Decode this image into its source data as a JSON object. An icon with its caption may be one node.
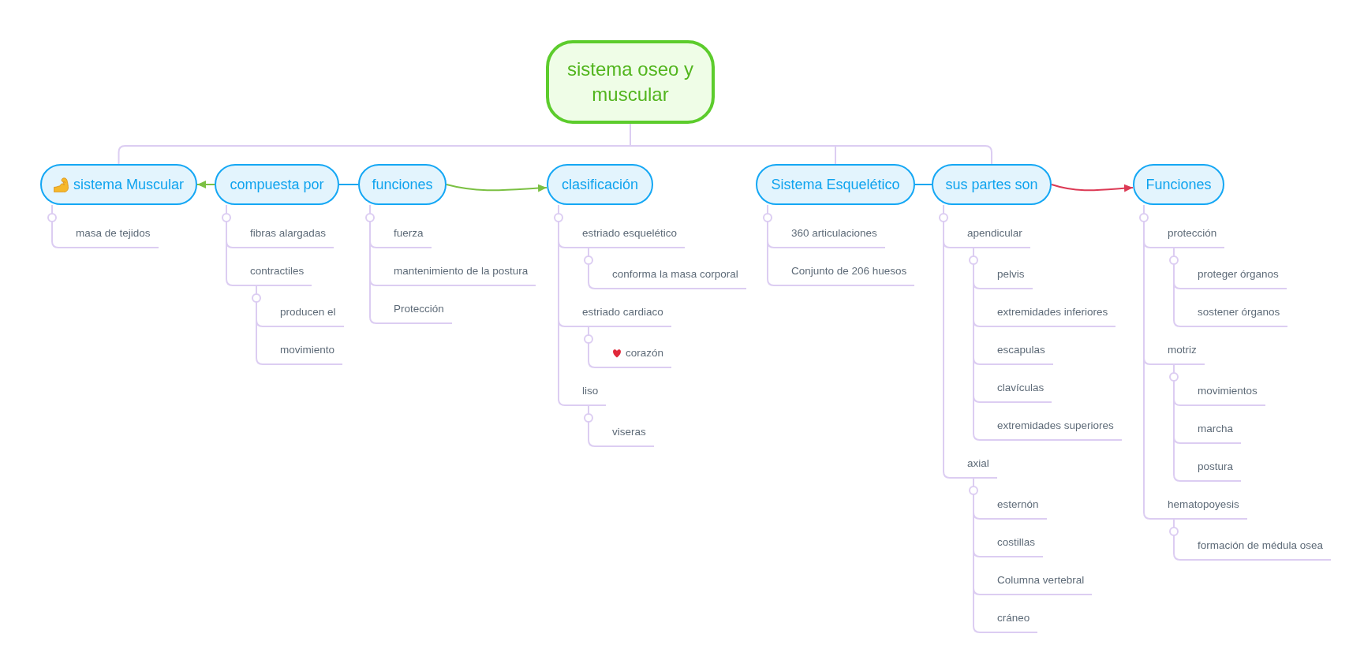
{
  "diagram": {
    "nodes": [
      {
        "text": [
          "sistema oseo y muscular"
        ]
      },
      {
        "text": [
          "sistema Muscular"
        ]
      },
      {
        "text": [
          "masa de tejidos"
        ]
      },
      {
        "text": [
          "compuesta por"
        ]
      },
      {
        "text": [
          "fibras alargadas"
        ]
      },
      {
        "text": [
          "contractiles"
        ]
      },
      {
        "text": [
          "producen el"
        ]
      },
      {
        "text": [
          "movimiento"
        ]
      },
      {
        "text": [
          "funciones"
        ]
      },
      {
        "text": [
          "fuerza"
        ]
      },
      {
        "text": [
          "mantenimiento de la postura"
        ]
      },
      {
        "text": [
          "Protección"
        ]
      },
      {
        "text": [
          "clasificación"
        ]
      },
      {
        "text": [
          "estriado esquelético"
        ]
      },
      {
        "text": [
          "conforma la masa corporal"
        ]
      },
      {
        "text": [
          "estriado cardiaco"
        ]
      },
      {
        "text": [
          "corazón"
        ]
      },
      {
        "text": [
          "liso"
        ]
      },
      {
        "text": [
          "viseras"
        ]
      },
      {
        "text": [
          "Sistema Esquelético"
        ]
      },
      {
        "text": [
          "360 articulaciones"
        ]
      },
      {
        "text": [
          "Conjunto de 206 huesos"
        ]
      },
      {
        "text": [
          "sus partes son"
        ]
      },
      {
        "text": [
          "apendicular"
        ]
      },
      {
        "text": [
          "pelvis"
        ]
      },
      {
        "text": [
          "extremidades inferiores"
        ]
      },
      {
        "text": [
          "escapulas"
        ]
      },
      {
        "text": [
          "clavículas"
        ]
      },
      {
        "text": [
          "extremidades superiores"
        ]
      },
      {
        "text": [
          "axial"
        ]
      },
      {
        "text": [
          "esternón"
        ]
      },
      {
        "text": [
          "costillas"
        ]
      },
      {
        "text": [
          "Columna vertebral"
        ]
      },
      {
        "text": [
          "cráneo"
        ]
      },
      {
        "text": [
          "Funciones"
        ]
      },
      {
        "text": [
          "protección"
        ]
      },
      {
        "text": [
          "proteger órganos"
        ]
      },
      {
        "text": [
          "sostener órganos"
        ]
      },
      {
        "text": [
          "motriz"
        ]
      },
      {
        "text": [
          "movimientos"
        ]
      },
      {
        "text": [
          "marcha"
        ]
      },
      {
        "text": [
          "postura"
        ]
      },
      {
        "text": [
          "hematopoyesis"
        ]
      },
      {
        "text": [
          "formación de médula osea"
        ]
      }
    ],
    "edges": [
      {
        "from": 0,
        "to": 1,
        "arrow": "none"
      },
      {
        "from": 0,
        "to": 19,
        "arrow": "none"
      },
      {
        "from": 0,
        "to": 22,
        "arrow": "none"
      },
      {
        "from": 1,
        "to": 2,
        "arrow": "none"
      },
      {
        "from": 3,
        "to": 1,
        "arrow": "to",
        "color": "#7bc043"
      },
      {
        "from": 3,
        "to": 4,
        "arrow": "none"
      },
      {
        "from": 3,
        "to": 5,
        "arrow": "none"
      },
      {
        "from": 5,
        "to": 6,
        "arrow": "none"
      },
      {
        "from": 5,
        "to": 7,
        "arrow": "none"
      },
      {
        "from": 3,
        "to": 8,
        "arrow": "none",
        "color": "#1aa7f0"
      },
      {
        "from": 8,
        "to": 9,
        "arrow": "none"
      },
      {
        "from": 8,
        "to": 10,
        "arrow": "none"
      },
      {
        "from": 8,
        "to": 11,
        "arrow": "none"
      },
      {
        "from": 8,
        "to": 12,
        "arrow": "to",
        "color": "#7bc043"
      },
      {
        "from": 12,
        "to": 13,
        "arrow": "none"
      },
      {
        "from": 13,
        "to": 14,
        "arrow": "none"
      },
      {
        "from": 12,
        "to": 15,
        "arrow": "none"
      },
      {
        "from": 15,
        "to": 16,
        "arrow": "none"
      },
      {
        "from": 12,
        "to": 17,
        "arrow": "none"
      },
      {
        "from": 17,
        "to": 18,
        "arrow": "none"
      },
      {
        "from": 19,
        "to": 20,
        "arrow": "none"
      },
      {
        "from": 19,
        "to": 21,
        "arrow": "none"
      },
      {
        "from": 19,
        "to": 22,
        "arrow": "none",
        "color": "#1aa7f0"
      },
      {
        "from": 22,
        "to": 23,
        "arrow": "none"
      },
      {
        "from": 23,
        "to": 24,
        "arrow": "none"
      },
      {
        "from": 23,
        "to": 25,
        "arrow": "none"
      },
      {
        "from": 23,
        "to": 26,
        "arrow": "none"
      },
      {
        "from": 23,
        "to": 27,
        "arrow": "none"
      },
      {
        "from": 23,
        "to": 28,
        "arrow": "none"
      },
      {
        "from": 22,
        "to": 29,
        "arrow": "none"
      },
      {
        "from": 29,
        "to": 30,
        "arrow": "none"
      },
      {
        "from": 29,
        "to": 31,
        "arrow": "none"
      },
      {
        "from": 29,
        "to": 32,
        "arrow": "none"
      },
      {
        "from": 29,
        "to": 33,
        "arrow": "none"
      },
      {
        "from": 22,
        "to": 34,
        "arrow": "to",
        "color": "#dc3a55"
      },
      {
        "from": 34,
        "to": 35,
        "arrow": "none"
      },
      {
        "from": 35,
        "to": 36,
        "arrow": "none"
      },
      {
        "from": 35,
        "to": 37,
        "arrow": "none"
      },
      {
        "from": 34,
        "to": 38,
        "arrow": "none"
      },
      {
        "from": 38,
        "to": 39,
        "arrow": "none"
      },
      {
        "from": 38,
        "to": 40,
        "arrow": "none"
      },
      {
        "from": 38,
        "to": 41,
        "arrow": "none"
      },
      {
        "from": 34,
        "to": 42,
        "arrow": "none"
      },
      {
        "from": 42,
        "to": 43,
        "arrow": "none"
      }
    ]
  }
}
